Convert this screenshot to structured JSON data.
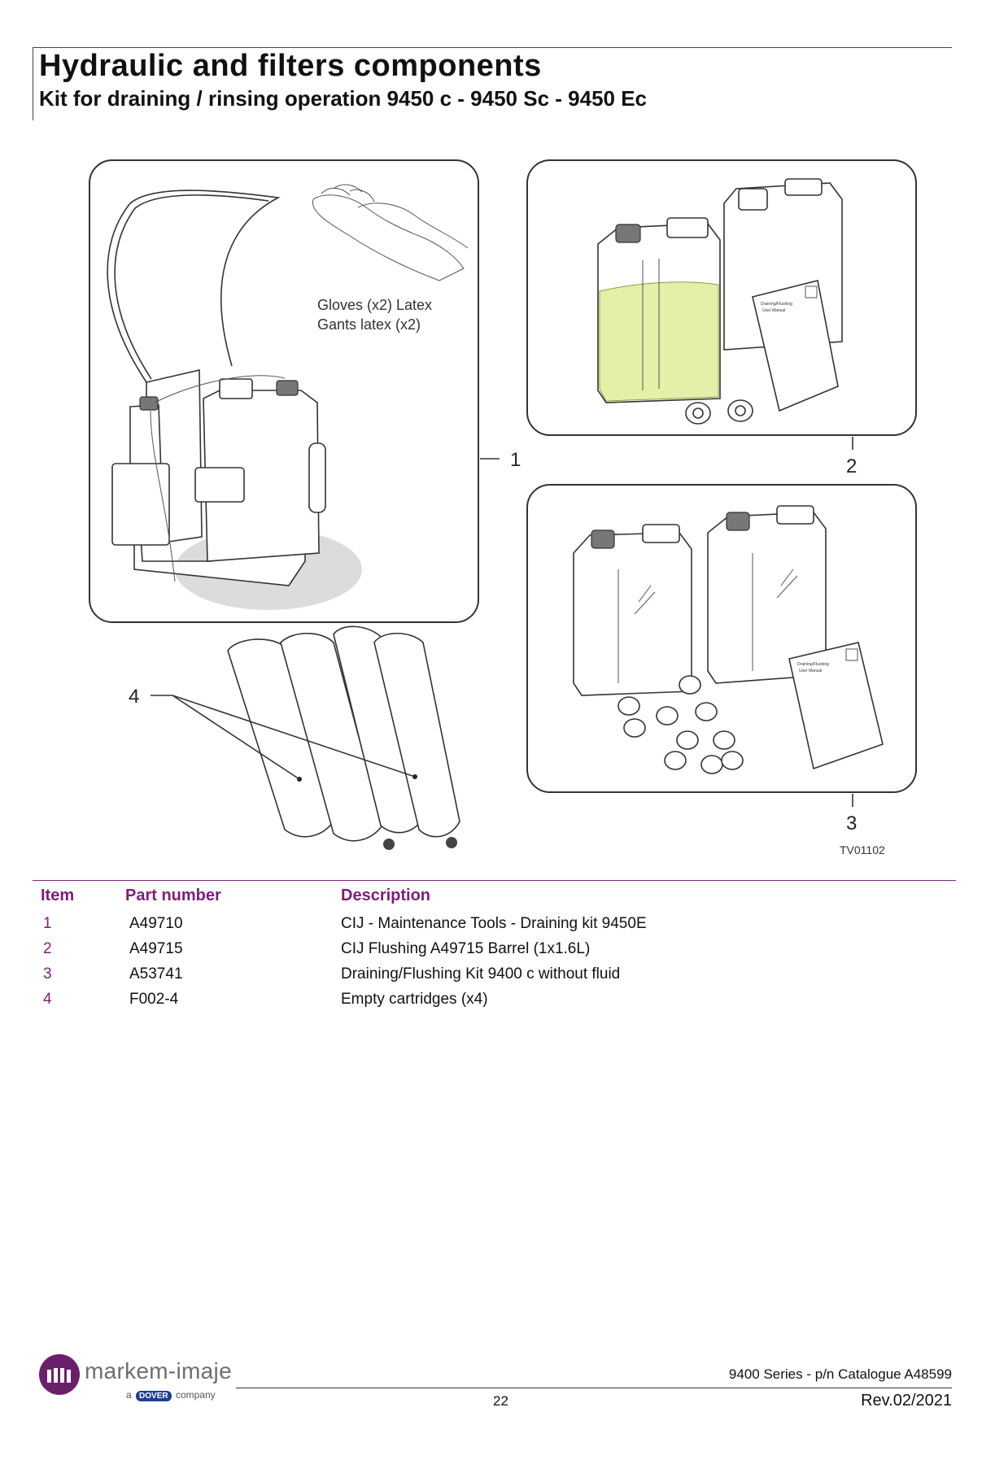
{
  "header": {
    "title": "Hydraulic and filters components",
    "subtitle": "Kit for draining / rinsing operation 9450 c - 9450 Sc - 9450 Ec"
  },
  "figure": {
    "gloves_label_line1": "Gloves (x2) Latex",
    "gloves_label_line2": "Gants latex (x2)",
    "callouts": [
      "1",
      "2",
      "3",
      "4"
    ],
    "drawing_code": "TV01102",
    "manual_text_line1": "Draining/Flushing",
    "manual_text_line2": "User Manual"
  },
  "parts_table": {
    "headers": {
      "item": "Item",
      "part_number": "Part number",
      "description": "Description"
    },
    "rows": [
      {
        "item": "1",
        "part_number": "A49710",
        "description": "CIJ - Maintenance Tools - Draining kit 9450E"
      },
      {
        "item": "2",
        "part_number": "A49715",
        "description": "CIJ Flushing A49715 Barrel (1x1.6L)"
      },
      {
        "item": "3",
        "part_number": "A53741",
        "description": "Draining/Flushing Kit 9400 c without fluid"
      },
      {
        "item": "4",
        "part_number": "F002-4",
        "description": "Empty cartridges (x4)"
      }
    ]
  },
  "footer": {
    "catalogue": "9400 Series - p/n Catalogue A48599",
    "page": "22",
    "revision": "Rev.02/2021",
    "brand": "markem-imaje",
    "tagline_prefix": "a",
    "tagline_badge": "DOVER",
    "tagline_suffix": "company"
  },
  "colors": {
    "accent": "#7d1d7d",
    "logo": "#6b1f6b",
    "dover_badge": "#1d3e93",
    "fluid": "#e3f0a8"
  }
}
